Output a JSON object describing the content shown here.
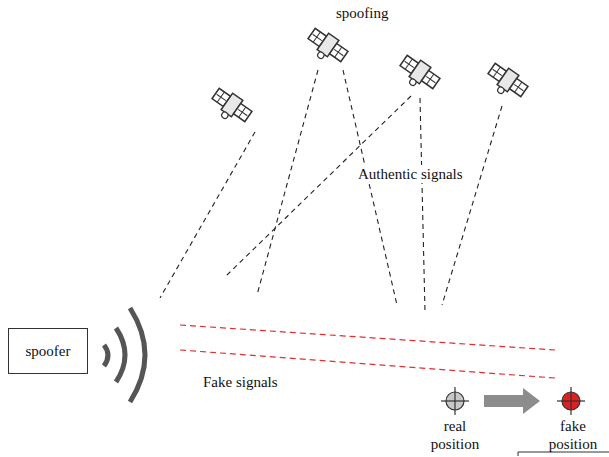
{
  "diagram": {
    "nodes": [
      {
        "text": [
          "spoofer"
        ]
      }
    ],
    "labels": [
      "spoofing",
      "Authentic signals",
      "Fake signals",
      "real position",
      "fake position"
    ]
  }
}
